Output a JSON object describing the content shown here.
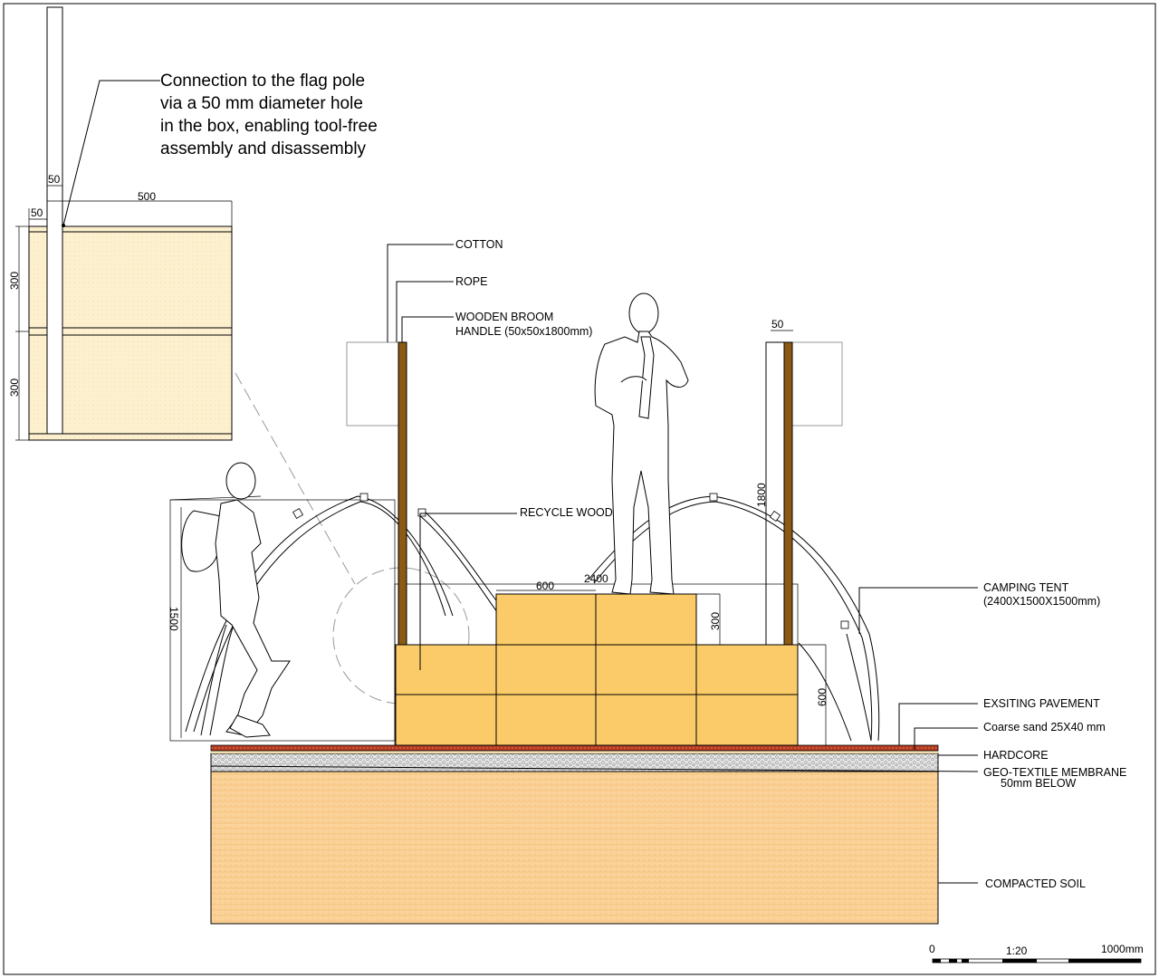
{
  "note": {
    "line1": "Connection to the flag pole",
    "line2": "via a 50 mm diameter hole",
    "line3": "in the box, enabling tool-free",
    "line4": "assembly and disassembly"
  },
  "detail_dims": {
    "pole_width": "50",
    "edge_width": "50",
    "box_width": "500",
    "upper_height": "300",
    "lower_height": "300"
  },
  "labels": {
    "cotton": "COTTON",
    "rope": "ROPE",
    "broom_line1": "WOODEN BROOM",
    "broom_line2": "HANDLE (50x50x1800mm)",
    "recycle_wood": "RECYCLE WOOD",
    "tent_line1": "CAMPING TENT",
    "tent_line2": "(2400X1500X1500mm)",
    "pavement": "EXSITING PAVEMENT",
    "coarse_sand": "Coarse sand 25X40 mm",
    "hardcore": "HARDCORE",
    "geo_line1": "GEO-TEXTILE MEMBRANE",
    "geo_line2": "50mm BELOW",
    "compacted_soil": "COMPACTED SOIL"
  },
  "main_dims": {
    "box_width": "600",
    "tent_width": "2400",
    "top_height": "300",
    "base_height": "600",
    "pole_height": "1800",
    "pole_width": "50",
    "tent_height": "1500"
  },
  "scale_bar": {
    "start": "0",
    "ratio": "1:20",
    "end": "1000mm"
  },
  "colors": {
    "box_fill": "#fbcb6a",
    "detail_fill": "#fdf0cf",
    "soil_fill": "#fbd39a",
    "pole_fill": "#8b5a14",
    "pavement_fill": "#b63a20",
    "hardcore_fill": "#c8c8c8"
  }
}
